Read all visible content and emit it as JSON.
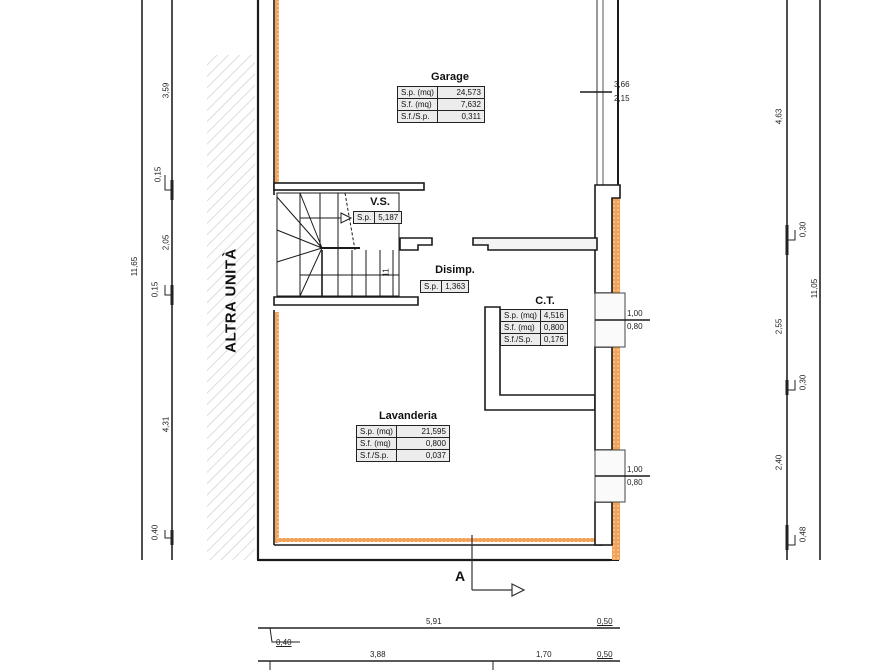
{
  "drawing": {
    "type": "floor-plan",
    "colors": {
      "wall": "#1a1a1a",
      "insulation": "#f08a2c",
      "hatch": "#cfcfcf",
      "table_fill": "#ececec"
    },
    "adjacent_unit_label": "ALTRA UNITÀ",
    "section_marker": "A"
  },
  "rooms": {
    "garage": {
      "name": "Garage",
      "rows": [
        {
          "label": "S.p. (mq)",
          "value": "24,573"
        },
        {
          "label": "S.f. (mq)",
          "value": "7,632"
        },
        {
          "label": "S.f./S.p.",
          "value": "0,311"
        }
      ],
      "opening": {
        "top": "3,66",
        "bottom": "2,15"
      }
    },
    "vs": {
      "name": "V.S.",
      "rows": [
        {
          "label": "S.p.",
          "value": "5,187"
        }
      ]
    },
    "disimp": {
      "name": "Disimp.",
      "rows": [
        {
          "label": "S.p.",
          "value": "1,363"
        }
      ]
    },
    "ct": {
      "name": "C.T.",
      "rows": [
        {
          "label": "S.p. (mq)",
          "value": "4,516"
        },
        {
          "label": "S.f. (mq)",
          "value": "0,800"
        },
        {
          "label": "S.f./S.p.",
          "value": "0,176"
        }
      ]
    },
    "lavanderia": {
      "name": "Lavanderia",
      "rows": [
        {
          "label": "S.p. (mq)",
          "value": "21,595"
        },
        {
          "label": "S.f. (mq)",
          "value": "0,800"
        },
        {
          "label": "S.f./S.p.",
          "value": "0,037"
        }
      ]
    }
  },
  "windows": [
    {
      "top": "1,00",
      "bottom": "0,80"
    },
    {
      "top": "1,00",
      "bottom": "0,80"
    }
  ],
  "stair": {
    "steps_label": "11"
  },
  "dimensions": {
    "left_total": "11,65",
    "left_chain": [
      "3,59",
      "0,15",
      "2,05",
      "0,15",
      "4,31",
      "0,40"
    ],
    "right_total": "11,05",
    "right_chain": [
      "4,63",
      "0,30",
      "2,55",
      "0,30",
      "2,40",
      "0,48"
    ],
    "bottom_row1": [
      "0,40",
      "5,91",
      "0,50"
    ],
    "bottom_row2": [
      "3,88",
      "1,70",
      "0,50"
    ]
  }
}
